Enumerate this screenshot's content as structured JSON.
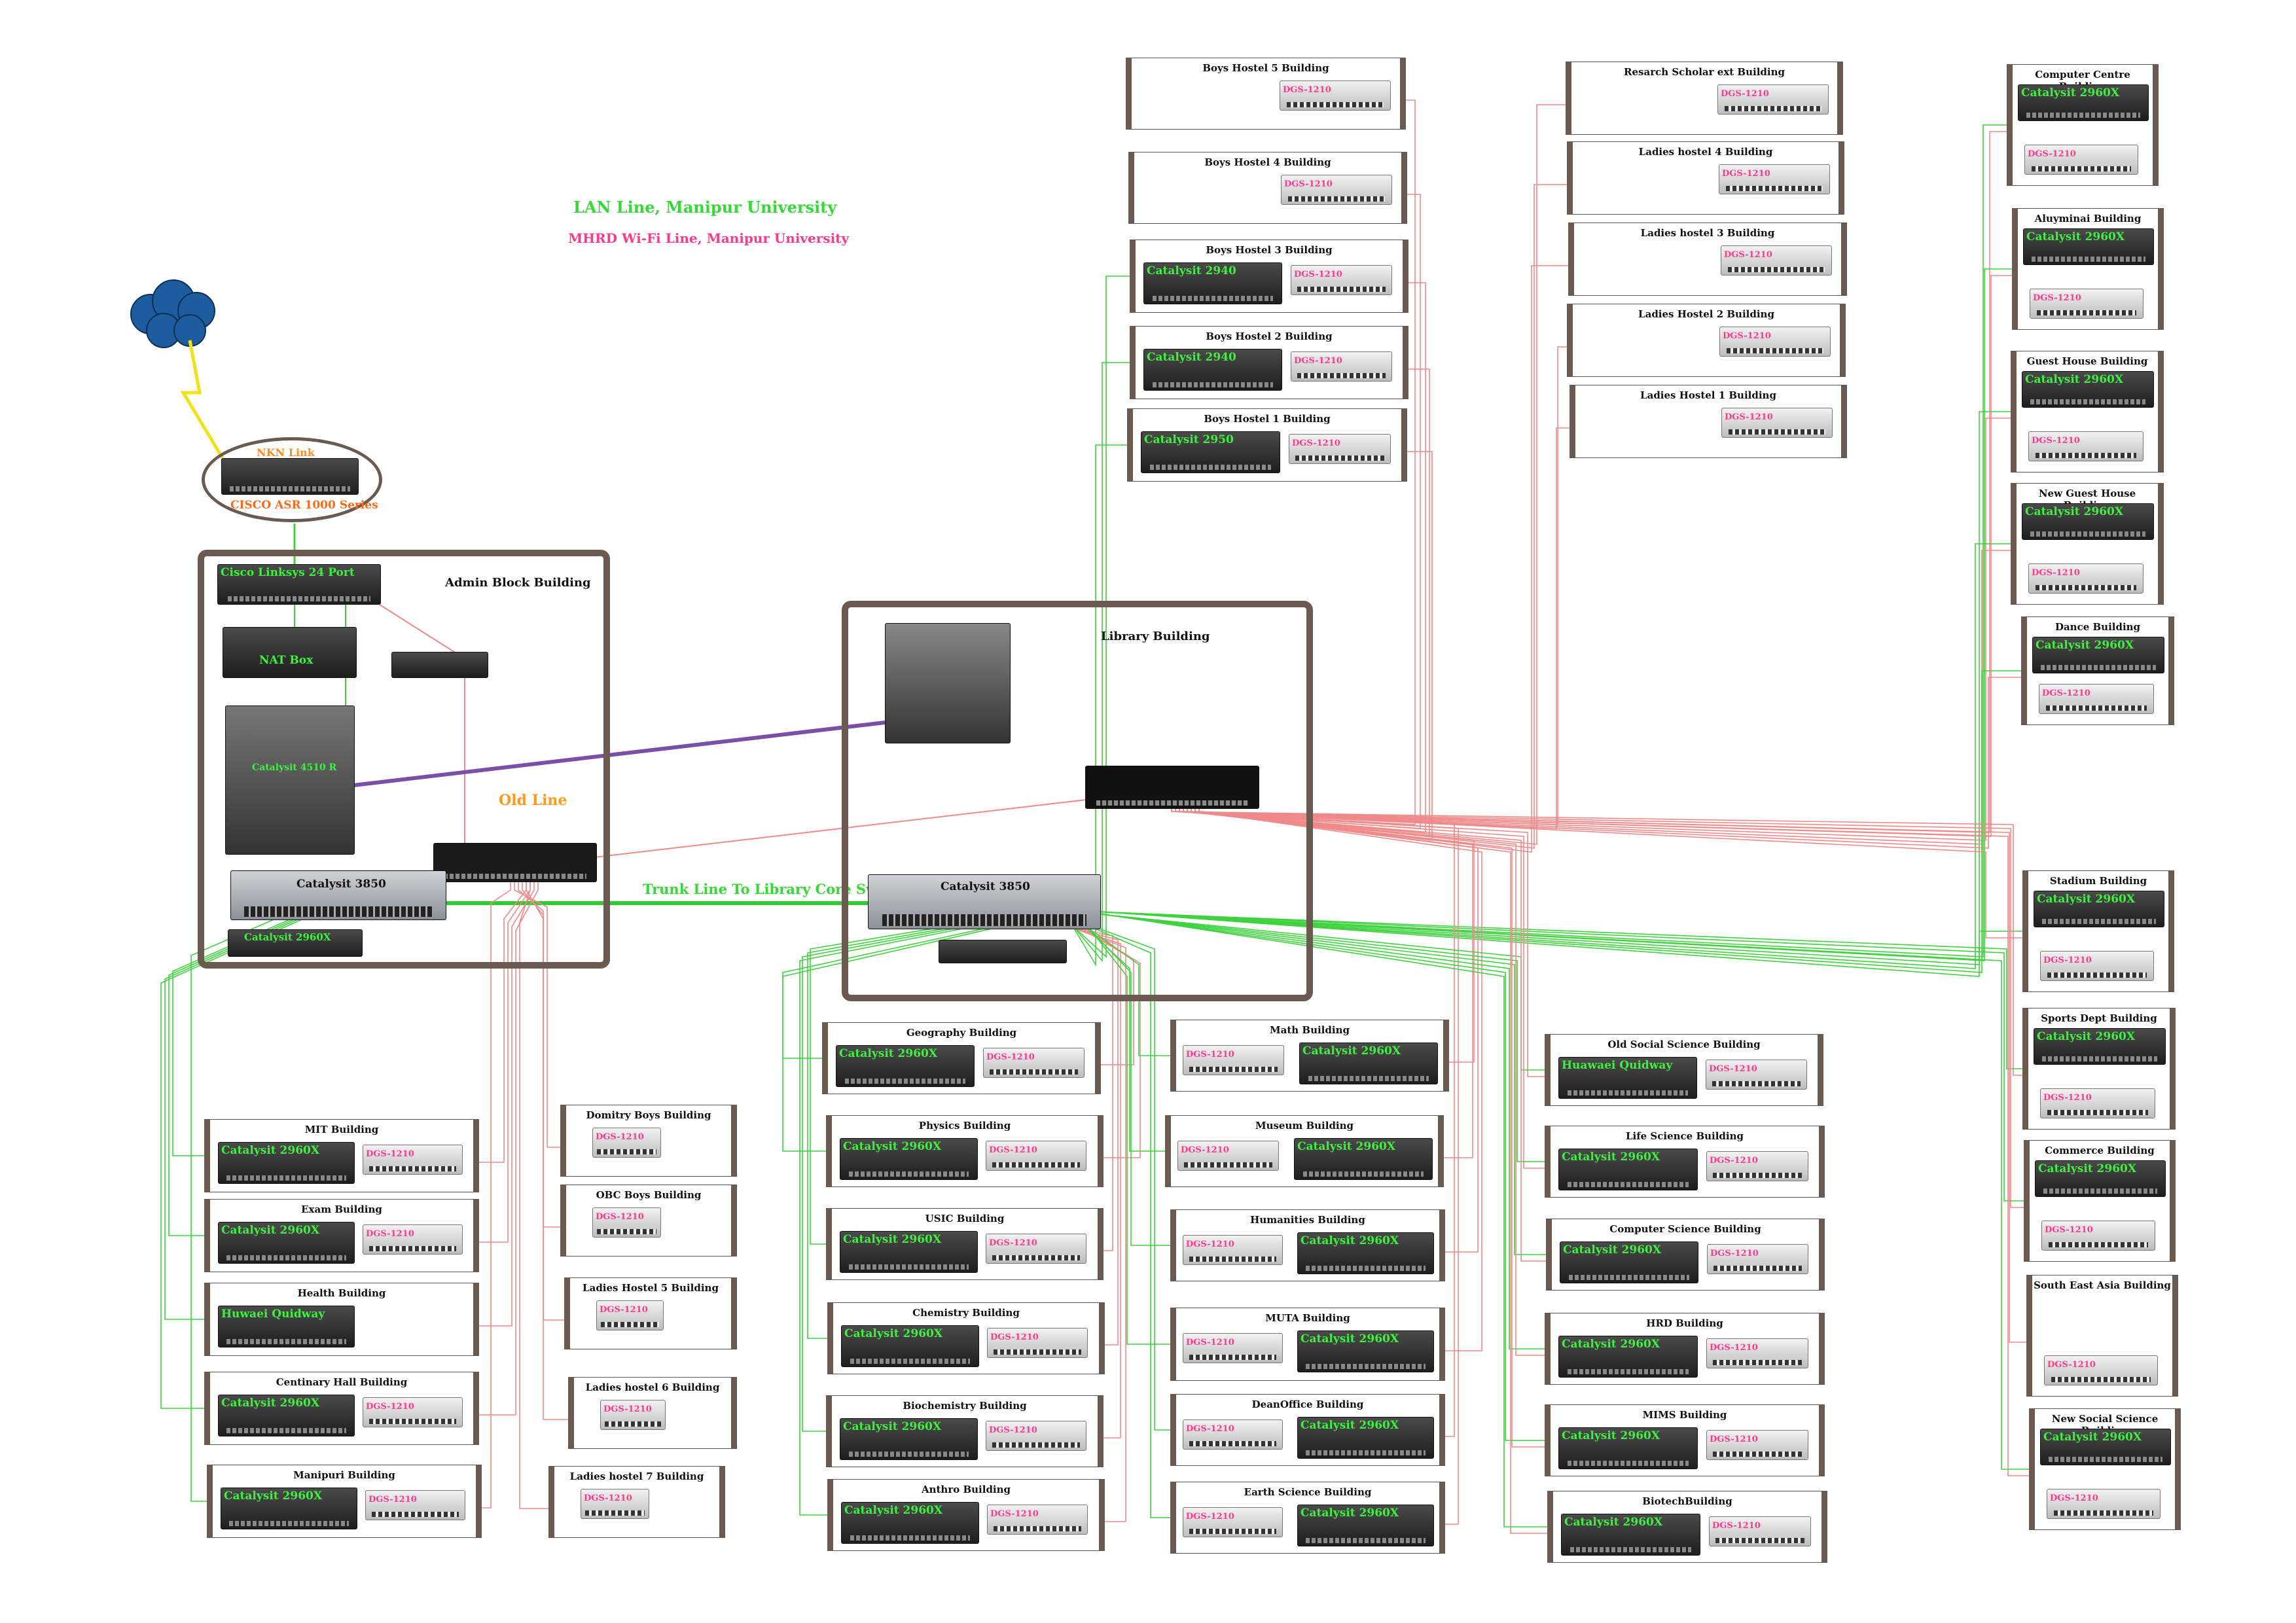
{
  "legend": {
    "lan": "LAN Line, Manipur University",
    "wifi": "MHRD Wi-Fi Line, Manipur University"
  },
  "colors": {
    "lan": "#3fd23f",
    "wifi": "#f08a8a",
    "trunk": "#2ecc2e",
    "old_line": "#7b4fa8",
    "frame": "#6b5a50"
  },
  "core": {
    "nkn_link": "NKN Link",
    "router": "CISCO ASR 1000 Series",
    "admin_title": "Admin Block Building",
    "linksys": "Cisco Linksys 24 Port",
    "nat": "NAT Box",
    "server": "",
    "admin_core": "Catalysit 4510 R",
    "admin_3850": "Catalysit 3850",
    "admin_2960": "Catalysit 2960X",
    "old_line": "Old Line",
    "trunk": "Trunk Line To Library Core Switch",
    "library_title": "Library Building",
    "library_3850": "Catalysit 3850"
  },
  "buildings": [
    {
      "name": "Boys Hostel 5  Building",
      "cat": "",
      "dgs": "DGS-1210"
    },
    {
      "name": "Boys Hostel  4 Building",
      "cat": "",
      "dgs": "DGS-1210"
    },
    {
      "name": "Boys Hostel  3 Building",
      "cat": "Catalysit 2940",
      "dgs": "DGS-1210"
    },
    {
      "name": "Boys Hostel  2  Building",
      "cat": "Catalysit 2940",
      "dgs": "DGS-1210"
    },
    {
      "name": "Boys Hostel  1 Building",
      "cat": "Catalysit 2950",
      "dgs": "DGS-1210"
    },
    {
      "name": "Resarch Scholar ext  Building",
      "cat": "",
      "dgs": "DGS-1210"
    },
    {
      "name": "Ladies hostel 4 Building",
      "cat": "",
      "dgs": "DGS-1210"
    },
    {
      "name": "Ladies hostel 3 Building",
      "cat": "",
      "dgs": "DGS-1210"
    },
    {
      "name": "Ladies Hostel 2 Building",
      "cat": "",
      "dgs": "DGS-1210"
    },
    {
      "name": "Ladies Hostel 1 Building",
      "cat": "",
      "dgs": "DGS-1210"
    },
    {
      "name": "Computer Centre Building",
      "cat": "Catalysit 2960X",
      "dgs": "DGS-1210"
    },
    {
      "name": "Aluyminai Building",
      "cat": "Catalysit 2960X",
      "dgs": "DGS-1210"
    },
    {
      "name": "Guest House Building",
      "cat": "Catalysit 2960X",
      "dgs": "DGS-1210"
    },
    {
      "name": "New Guest House Building",
      "cat": "Catalysit 2960X",
      "dgs": "DGS-1210"
    },
    {
      "name": "Dance Building",
      "cat": "Catalysit 2960X",
      "dgs": "DGS-1210"
    },
    {
      "name": "Stadium Building",
      "cat": "Catalysit 2960X",
      "dgs": "DGS-1210"
    },
    {
      "name": "Sports Dept Building",
      "cat": "Catalysit 2960X",
      "dgs": "DGS-1210"
    },
    {
      "name": "Commerce Building",
      "cat": "Catalysit 2960X",
      "dgs": "DGS-1210"
    },
    {
      "name": "South East Asia Building",
      "cat": "",
      "dgs": "DGS-1210"
    },
    {
      "name": "New Social Science Building",
      "cat": "Catalysit 2960X",
      "dgs": "DGS-1210"
    },
    {
      "name": "MIT Building",
      "cat": "Catalysit 2960X",
      "dgs": "DGS-1210"
    },
    {
      "name": "Exam Building",
      "cat": "Catalysit 2960X",
      "dgs": "DGS-1210"
    },
    {
      "name": "Health Building",
      "cat": "Huwaei Quidway",
      "dgs": ""
    },
    {
      "name": "Centinary Hall Building",
      "cat": "Catalysit 2960X",
      "dgs": "DGS-1210"
    },
    {
      "name": "Manipuri Building",
      "cat": "Catalysit 2960X",
      "dgs": "DGS-1210"
    },
    {
      "name": "Domitry Boys Building",
      "cat": "",
      "dgs": "DGS-1210"
    },
    {
      "name": "OBC Boys Building",
      "cat": "",
      "dgs": "DGS-1210"
    },
    {
      "name": "Ladies Hostel 5 Building",
      "cat": "",
      "dgs": "DGS-1210"
    },
    {
      "name": "Ladies hostel 6 Building",
      "cat": "",
      "dgs": "DGS-1210"
    },
    {
      "name": "Ladies hostel 7 Building",
      "cat": "",
      "dgs": "DGS-1210"
    },
    {
      "name": "Geography Building",
      "cat": "Catalysit 2960X",
      "dgs": "DGS-1210"
    },
    {
      "name": "Physics Building",
      "cat": "Catalysit 2960X",
      "dgs": "DGS-1210"
    },
    {
      "name": "USIC Building",
      "cat": "Catalysit 2960X",
      "dgs": "DGS-1210"
    },
    {
      "name": "Chemistry Building",
      "cat": "Catalysit 2960X",
      "dgs": "DGS-1210"
    },
    {
      "name": "Biochemistry Building",
      "cat": "Catalysit 2960X",
      "dgs": "DGS-1210"
    },
    {
      "name": "Anthro Building",
      "cat": "Catalysit 2960X",
      "dgs": "DGS-1210"
    },
    {
      "name": "Math Building",
      "cat": "Catalysit 2960X",
      "dgs": "DGS-1210"
    },
    {
      "name": "Museum Building",
      "cat": "Catalysit 2960X",
      "dgs": "DGS-1210"
    },
    {
      "name": "Humanities Building",
      "cat": "Catalysit 2960X",
      "dgs": "DGS-1210"
    },
    {
      "name": "MUTA  Building",
      "cat": "Catalysit 2960X",
      "dgs": "DGS-1210"
    },
    {
      "name": "DeanOffice Building",
      "cat": "Catalysit 2960X",
      "dgs": "DGS-1210"
    },
    {
      "name": "Earth Science Building",
      "cat": "Catalysit 2960X",
      "dgs": "DGS-1210"
    },
    {
      "name": "Old Social Science Building",
      "cat": "Huawaei Quidway",
      "dgs": "DGS-1210"
    },
    {
      "name": "Life Science Building",
      "cat": "Catalysit 2960X",
      "dgs": "DGS-1210"
    },
    {
      "name": "Computer Science Building",
      "cat": "Catalysit 2960X",
      "dgs": "DGS-1210"
    },
    {
      "name": "HRD Building",
      "cat": "Catalysit 2960X",
      "dgs": "DGS-1210"
    },
    {
      "name": "MIMS Building",
      "cat": "Catalysit 2960X",
      "dgs": "DGS-1210"
    },
    {
      "name": "BiotechBuilding",
      "cat": "Catalysit 2960X",
      "dgs": "DGS-1210"
    }
  ]
}
